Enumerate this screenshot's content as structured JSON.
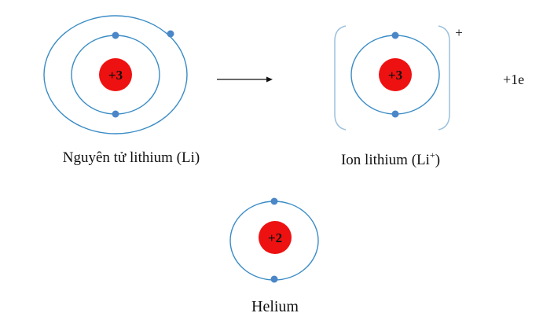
{
  "colors": {
    "orbit": "#3a8cc5",
    "electron": "#4a86c8",
    "nucleus": "#ee1111",
    "bracket": "#9cc0dc",
    "arrow": "#111111"
  },
  "lithium_atom": {
    "nucleus_charge": "+3",
    "caption": "Nguyên tử lithium (Li)"
  },
  "lithium_ion": {
    "nucleus_charge": "+3",
    "ion_charge": "+",
    "caption_main": "Ion lithium (Li",
    "caption_sup": "+",
    "caption_end": ")"
  },
  "released_electron": "+1e",
  "helium": {
    "nucleus_charge": "+2",
    "caption": "Helium"
  }
}
